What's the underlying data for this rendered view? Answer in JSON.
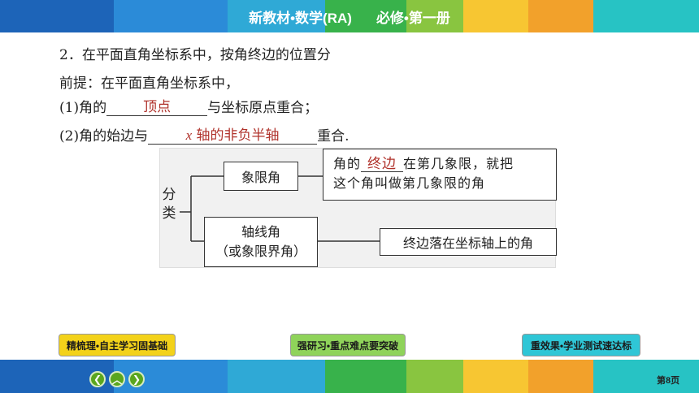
{
  "header": {
    "title_left": "新教材•数学(RA)",
    "title_right": "必修•第一册"
  },
  "colors": {
    "band": [
      "#1a62b5",
      "#2a8fd6",
      "#35b0d8",
      "#3cb54a",
      "#8cc63e",
      "#f6c533",
      "#f08e2a",
      "#2cc3c0"
    ]
  },
  "content": {
    "heading": "2．在平面直角坐标系中，按角终边的位置分",
    "premise": "前提：在平面直角坐标系中，",
    "item1_prefix": "(1)角的",
    "item1_answer": "顶点",
    "item1_suffix": "与坐标原点重合；",
    "item2_prefix": "(2)角的始边与",
    "item2_answer_x": "x",
    "item2_answer_rest": " 轴的非负半轴",
    "item2_suffix": "重合."
  },
  "diagram": {
    "classify_label_1": "分",
    "classify_label_2": "类",
    "quadrant_angle": "象限角",
    "quadrant_desc_prefix": "角的",
    "quadrant_desc_answer": "终边",
    "quadrant_desc_mid": "在第几象限，就把",
    "quadrant_desc_line2": "这个角叫做第几象限的角",
    "axis_angle_line1": "轴线角",
    "axis_angle_line2": "（或象限界角）",
    "axis_desc": "终边落在坐标轴上的角"
  },
  "nav": {
    "btn1": "精梳理•自主学习固基础",
    "btn2": "强研习•重点难点要突破",
    "btn3": "重效果•学业测试速达标",
    "prev": "❮",
    "up": "︿",
    "next": "❯",
    "page": "第8页"
  }
}
